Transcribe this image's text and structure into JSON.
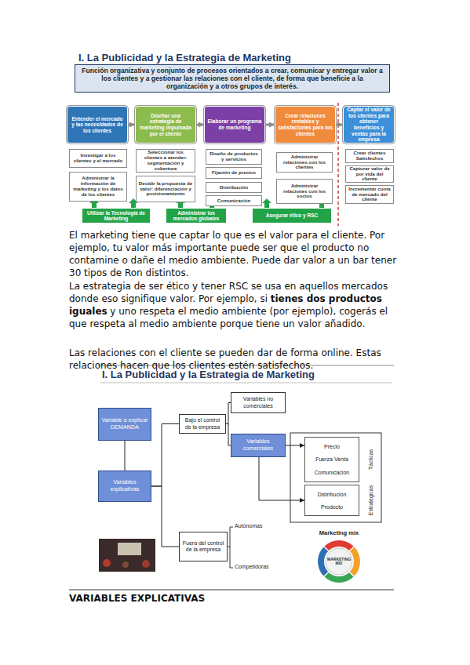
{
  "diagram": {
    "title": "I. La Publicidad y la Estrategia de Marketing",
    "nodes": [
      {
        "text": [
          "Función organizativa y conjunto de procesos orientados a crear, comunicar y entregar valor a los clientes y a gestionar las relaciones con el cliente, de forma que beneficie a la organización y a otros grupos de interés."
        ]
      },
      {
        "text": [
          "Entender el mercado y las necesidades de los clientes"
        ]
      },
      {
        "text": [
          "Diseñar una estrategia de marketing impulsada por el cliente"
        ]
      },
      {
        "text": [
          "Elaborar un programa de marketing"
        ]
      },
      {
        "text": [
          "Crear relaciones rentables y satisfactorias para los clientes"
        ]
      },
      {
        "text": [
          "Captar el valor de los clientes para obtener beneficios y ventas para la empresa"
        ]
      },
      {
        "text": [
          "Investigar a los clientes y el mercado"
        ]
      },
      {
        "text": [
          "Administrar la información de marketing y los datos de los clientes"
        ]
      },
      {
        "text": [
          "Seleccionar los clientes a atender: segmentación y cobertura"
        ]
      },
      {
        "text": [
          "Decidir la propuesta de valor: diferenciación y posicionamiento"
        ]
      },
      {
        "text": [
          "Diseño de productos y servicios"
        ]
      },
      {
        "text": [
          "Fijación de precios"
        ]
      },
      {
        "text": [
          "Distribución"
        ]
      },
      {
        "text": [
          "Comunicación"
        ]
      },
      {
        "text": [
          "Administrar relaciones con los clientes"
        ]
      },
      {
        "text": [
          "Administrar relaciones con los socios"
        ]
      },
      {
        "text": [
          "Crear clientes Satisfechos"
        ]
      },
      {
        "text": [
          "Capturar valor de por vida del cliente"
        ]
      },
      {
        "text": [
          "Incrementar cuota de mercado del cliente"
        ]
      },
      {
        "text": [
          "Utilizar la Tecnología de Marketing"
        ]
      },
      {
        "text": [
          "Administrar los mercados globales"
        ]
      },
      {
        "text": [
          "Asegurar ético y RSC"
        ]
      },
      {
        "text": [
          "Variable a explicar DEMANDA"
        ]
      },
      {
        "text": [
          "Variables explicativas"
        ]
      },
      {
        "text": [
          "Bajo el control de la empresa"
        ]
      },
      {
        "text": [
          "Variables no comerciales"
        ]
      },
      {
        "text": [
          "Variables comerciales"
        ]
      },
      {
        "text": [
          "Precio",
          "Fuerza Venta",
          "Comunicación",
          "Tácticas"
        ]
      },
      {
        "text": [
          "Distribución",
          "Producto",
          "Estratégicas"
        ]
      },
      {
        "text": [
          "Fuera del control de la empresa"
        ]
      },
      {
        "text": [
          "Marketing mix",
          "MARKETING MIX"
        ]
      }
    ],
    "edges": [
      {
        "from": 1,
        "to": 2,
        "arrow": "to"
      },
      {
        "from": 2,
        "to": 3,
        "arrow": "to"
      },
      {
        "from": 3,
        "to": 4,
        "arrow": "to"
      },
      {
        "from": 4,
        "to": 5,
        "arrow": "to"
      },
      {
        "from": 22,
        "to": 23,
        "arrow": "none"
      },
      {
        "from": 23,
        "to": 24,
        "arrow": "none"
      },
      {
        "from": 23,
        "to": 29,
        "arrow": "none"
      },
      {
        "from": 24,
        "to": 25,
        "arrow": "none"
      },
      {
        "from": 24,
        "to": 26,
        "arrow": "none"
      },
      {
        "from": 26,
        "to": 27,
        "arrow": "to"
      },
      {
        "from": 26,
        "to": 28,
        "arrow": "to"
      }
    ],
    "labels": [
      "I. La Publicidad y la Estrategia de Marketing",
      "El marketing tiene que captar lo que es el valor para el cliente. Por ejemplo, tu valor más importante puede ser que el producto no contamine o dañe el medio ambiente. Puede dar valor a un bar tener 30 tipos de Ron distintos.",
      "La estrategia de ser ético y tener RSC se usa en aquellos mercados donde eso signifique valor. Por ejemplo, si",
      "tienes dos productos iguales",
      "y uno respeta el medio ambiente (por ejemplo), cogerás el que respeta al medio ambiente porque tiene un valor añadido.",
      "Las relaciones con el cliente se pueden dar de forma online. Estas relaciones hacen que los clientes estén satisfechos.",
      "Autónomas",
      "Competidoras",
      "VARIABLES EXPLICATIVAS"
    ]
  }
}
